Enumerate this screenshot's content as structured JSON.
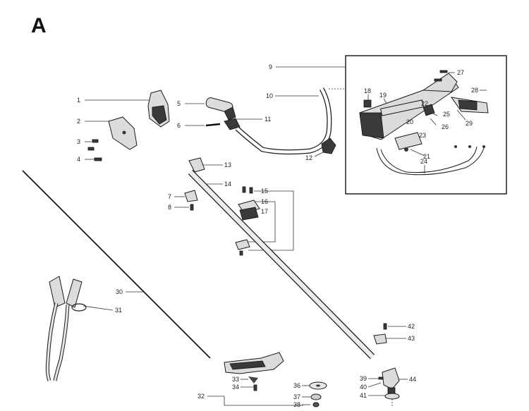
{
  "section_letter": "A",
  "callouts": [
    {
      "id": "1",
      "label": "1"
    },
    {
      "id": "2",
      "label": "2"
    },
    {
      "id": "3",
      "label": "3"
    },
    {
      "id": "4",
      "label": "4"
    },
    {
      "id": "5",
      "label": "5"
    },
    {
      "id": "6",
      "label": "6"
    },
    {
      "id": "7",
      "label": "7"
    },
    {
      "id": "8",
      "label": "8"
    },
    {
      "id": "9",
      "label": "9"
    },
    {
      "id": "10",
      "label": "10"
    },
    {
      "id": "11",
      "label": "11"
    },
    {
      "id": "12",
      "label": "12"
    },
    {
      "id": "13",
      "label": "13"
    },
    {
      "id": "14",
      "label": "14"
    },
    {
      "id": "15",
      "label": "15"
    },
    {
      "id": "16",
      "label": "16"
    },
    {
      "id": "17",
      "label": "17"
    },
    {
      "id": "18",
      "label": "18"
    },
    {
      "id": "19",
      "label": "19"
    },
    {
      "id": "20",
      "label": "20"
    },
    {
      "id": "21",
      "label": "21"
    },
    {
      "id": "22",
      "label": "22"
    },
    {
      "id": "23",
      "label": "23"
    },
    {
      "id": "24",
      "label": "24"
    },
    {
      "id": "25",
      "label": "25"
    },
    {
      "id": "26",
      "label": "26"
    },
    {
      "id": "27",
      "label": "27"
    },
    {
      "id": "28",
      "label": "28"
    },
    {
      "id": "29",
      "label": "29"
    },
    {
      "id": "30",
      "label": "30"
    },
    {
      "id": "31",
      "label": "31"
    },
    {
      "id": "32",
      "label": "32"
    },
    {
      "id": "33",
      "label": "33"
    },
    {
      "id": "34",
      "label": "34"
    },
    {
      "id": "36",
      "label": "36"
    },
    {
      "id": "37",
      "label": "37"
    },
    {
      "id": "38",
      "label": "38"
    },
    {
      "id": "39",
      "label": "39"
    },
    {
      "id": "40",
      "label": "40"
    },
    {
      "id": "41",
      "label": "41"
    },
    {
      "id": "42",
      "label": "42"
    },
    {
      "id": "43",
      "label": "43"
    },
    {
      "id": "44",
      "label": "44"
    }
  ]
}
